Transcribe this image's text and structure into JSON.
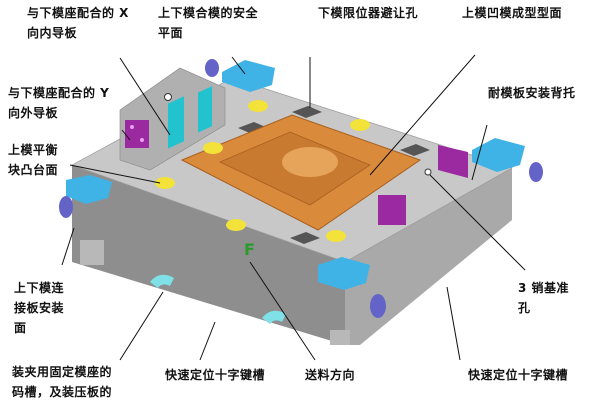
{
  "colors": {
    "body_top": "#c8c8c8",
    "body_front": "#8e8e8e",
    "body_side": "#a9a9a9",
    "forming_surface": "#d98a3a",
    "guide_plate": "#22c3cf",
    "safety_block": "#3fb3e6",
    "pin": "#6464c8",
    "balance_block": "#f2e23a",
    "back_plate": "#9b2aa0",
    "feed_mark": "#2a9a2a"
  },
  "feed_mark": "F",
  "labels": [
    {
      "lines": [
        "与下模座配合的 X",
        "向内导板"
      ]
    },
    {
      "lines": [
        "上下模合模的安全",
        "平面"
      ]
    },
    {
      "lines": [
        "下模限位器避让孔"
      ]
    },
    {
      "lines": [
        "上模凹模成型型面"
      ]
    },
    {
      "lines": [
        "与下模座配合的 Y",
        "向外导板"
      ]
    },
    {
      "lines": [
        "耐模板安装背托"
      ]
    },
    {
      "lines": [
        "上模平衡",
        "块凸台面"
      ]
    },
    {
      "lines": [
        "上下模连",
        "接板安装",
        "面"
      ]
    },
    {
      "lines": [
        "3 销基准",
        "孔"
      ]
    },
    {
      "lines": [
        "装夹用固定模座的",
        "码槽，及装压板的"
      ]
    },
    {
      "lines": [
        "快速定位十字键槽"
      ]
    },
    {
      "lines": [
        "送料方向"
      ]
    },
    {
      "lines": [
        "快速定位十字键槽"
      ]
    }
  ]
}
